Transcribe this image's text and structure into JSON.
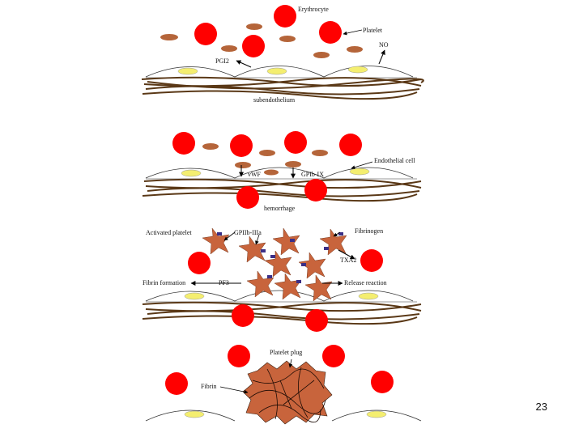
{
  "labels": {
    "erythrocyte": "Erythrocyte",
    "platelet": "Platelet",
    "no": "NO",
    "pgi2": "PGI2",
    "subendothelium": "subendothelium",
    "endothelial_cell": "Endothelial cell",
    "vwf": "vWF",
    "gpib_ix": "GPIb-IX",
    "hemorrhage": "hemorrhage",
    "activated_platelet": "Activated platelet",
    "gpiib_iiia": "GPIIb-IIIa",
    "fibrinogen": "Fibrinogen",
    "txa2": "TXA2",
    "fibrin_formation": "Fibrin formation",
    "pf3": "PF3",
    "release_reaction": "Release reaction",
    "platelet_plug": "Platelet plug",
    "fibrin": "Fibrin"
  },
  "page_number": "23",
  "colors": {
    "erythrocyte": "#ff0000",
    "platelet": "#b5653a",
    "activated_platelet": "#c8643c",
    "endothelial_nucleus": "#f4ee70",
    "subendothelium_fiber": "#5a3816",
    "receptor": "#3b2f86"
  }
}
